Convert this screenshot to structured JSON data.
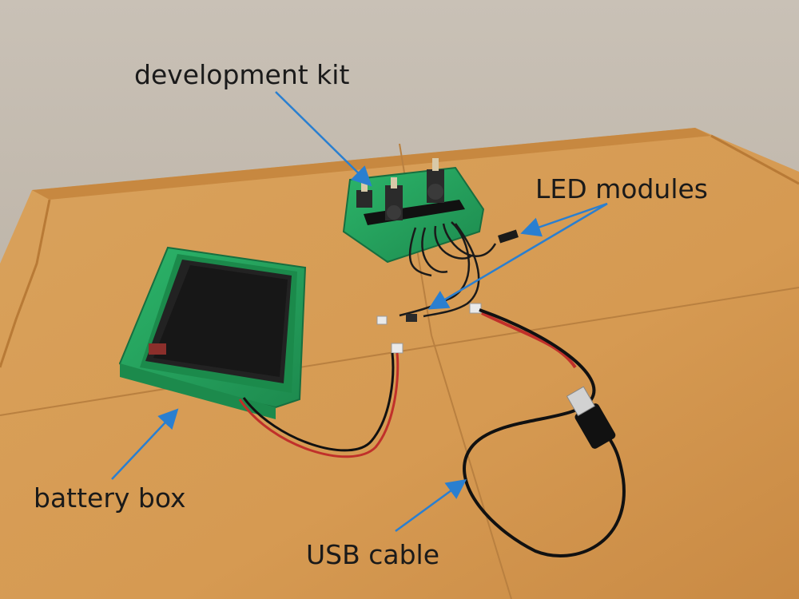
{
  "annotations": {
    "development_kit": "development kit",
    "led_modules": "LED modules",
    "battery_box": "battery box",
    "usb_cable": "USB cable"
  },
  "colors": {
    "wall": "#c2b9ad",
    "tray": "#d69a52",
    "tray_rim": "#c98b45",
    "enclosure": "#27a35f",
    "battery": "#1c1c1c",
    "pcb": "#1f9a55",
    "arrow": "#2a7fd0",
    "wire_red": "#c0302a",
    "wire_black": "#111111"
  },
  "icons": {
    "arrow": "arrow-icon",
    "usb_plug": "usb-plug-icon",
    "connector": "jst-connector-icon"
  }
}
